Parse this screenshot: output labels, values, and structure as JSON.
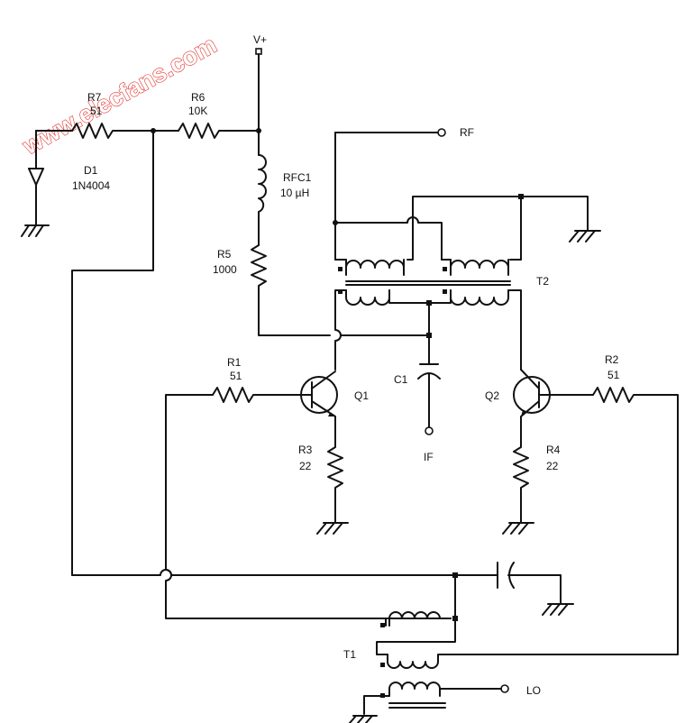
{
  "watermark": "www.elecfans.com",
  "supply": "V+",
  "ports": {
    "rf": "RF",
    "if": "IF",
    "lo": "LO"
  },
  "components": {
    "r7": {
      "name": "R7",
      "value": "51"
    },
    "r6": {
      "name": "R6",
      "value": "10K"
    },
    "d1": {
      "name": "D1",
      "value": "1N4004"
    },
    "rfc1": {
      "name": "RFC1",
      "value": "10 µH"
    },
    "r5": {
      "name": "R5",
      "value": "1000"
    },
    "t2": {
      "name": "T2"
    },
    "r1": {
      "name": "R1",
      "value": "51"
    },
    "q1": {
      "name": "Q1"
    },
    "c1": {
      "name": "C1"
    },
    "q2": {
      "name": "Q2"
    },
    "r2": {
      "name": "R2",
      "value": "51"
    },
    "r3": {
      "name": "R3",
      "value": "22"
    },
    "r4": {
      "name": "R4",
      "value": "22"
    },
    "t1": {
      "name": "T1"
    }
  }
}
